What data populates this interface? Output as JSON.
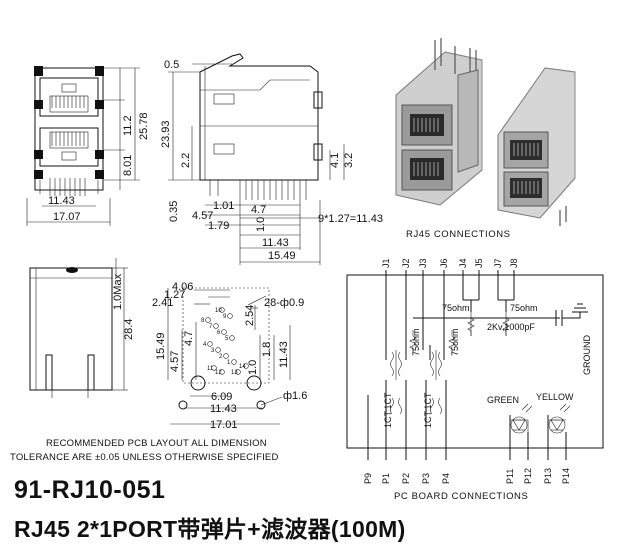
{
  "title": {
    "part_number": "91-RJ10-051",
    "description": "RJ45 2*1PORT带弹片+滤波器(100M)"
  },
  "front_view": {
    "dim_width_inner": "11.43",
    "dim_width_outer": "17.07",
    "dim_height_total": "25.78",
    "dim_height_upper": "11.2",
    "dim_height_lower": "8.01"
  },
  "side_view": {
    "dim_tab": "0.5",
    "dim_height": "23.93",
    "dim_offset": "2.2",
    "dim_bottom": "0.35",
    "dim_right_1": "4.1",
    "dim_right_2": "3.2",
    "dim_1": "1.01",
    "dim_2": "4.57",
    "dim_3": "1.79",
    "dim_4": "4.7",
    "dim_5": "1.0",
    "dim_6": "11.43",
    "dim_7": "15.49",
    "dim_pitch": "9*1.27=11.43"
  },
  "photo_caption": "RJ45 CONNECTIONS",
  "side_view2": {
    "dim_max": "1.0Max",
    "dim_height": "28.4"
  },
  "pcb_layout": {
    "dim_a": "4.06",
    "dim_b": "1.27",
    "dim_c": "2.41",
    "dim_holes": "28-ф0.9",
    "dim_d": "2.54",
    "dim_e": "15.49",
    "dim_f": "4.57",
    "dim_g": "4.7",
    "dim_h": "1.0",
    "dim_i": "1.8",
    "dim_j": "11.43",
    "dim_k": "6.09",
    "dim_l": "11.43",
    "dim_m": "17.01",
    "dim_hole_big": "ф1.6",
    "pin_labels": [
      "10",
      "9",
      "8",
      "7",
      "6",
      "5",
      "4",
      "3",
      "2",
      "1",
      "11",
      "12",
      "13",
      "14"
    ]
  },
  "notes": {
    "line1": "RECOMMENDED PCB LAYOUT ALL DIMENSION",
    "line2": "TOLERANCE ARE ±0.05 UNLESS OTHERWISE SPECIFIED"
  },
  "schematic": {
    "top_pins": [
      "J1",
      "J2",
      "J3",
      "J6",
      "J4",
      "J5",
      "J7",
      "J8"
    ],
    "resistor_1": "75ohm",
    "resistor_2": "75ohm",
    "resistor_3": "75ohm",
    "resistor_4": "75ohm",
    "capacitor": "2Kv,1000pF",
    "ground": "GROUND",
    "ct1": "1CT:1CT",
    "ct2": "1CT:1CT",
    "led_green": "GREEN",
    "led_yellow": "YELLOW",
    "bottom_pins": [
      "P9",
      "P1",
      "P2",
      "P3",
      "P4",
      "P11",
      "P12",
      "P13",
      "P14"
    ],
    "caption": "PC BOARD CONNECTIONS"
  }
}
